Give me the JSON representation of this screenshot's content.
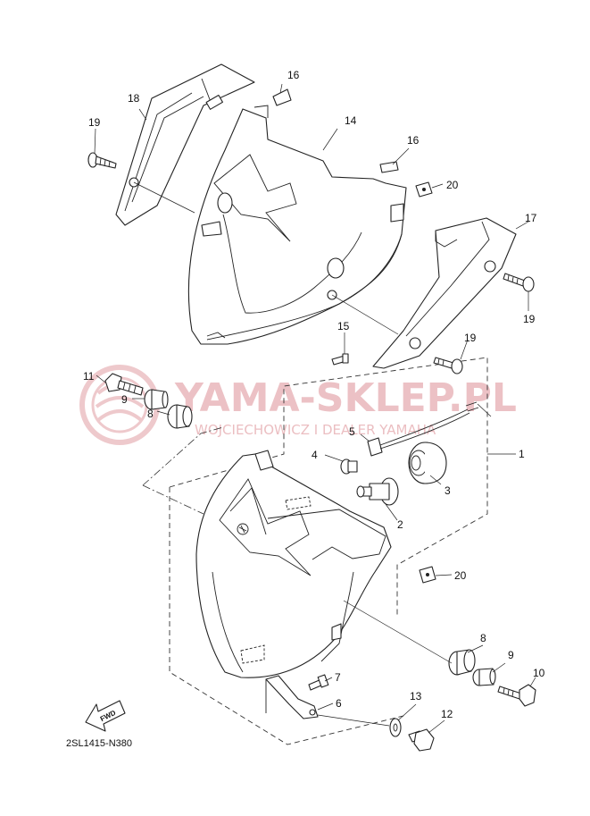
{
  "diagram": {
    "code": "2SL1415-N380",
    "fwd_label": "FWD",
    "watermark": {
      "title": "YAMA-SKLEP.PL",
      "subtitle": "WOJCIECHOWICZ I DEALER YAMAHA"
    },
    "callouts": {
      "c1": "1",
      "c2": "2",
      "c3": "3",
      "c4": "4",
      "c5": "5",
      "c6": "6",
      "c7": "7",
      "c8a": "8",
      "c8b": "8",
      "c9a": "9",
      "c9b": "9",
      "c10": "10",
      "c11": "11",
      "c12": "12",
      "c13": "13",
      "c14": "14",
      "c15": "15",
      "c16a": "16",
      "c16b": "16",
      "c17": "17",
      "c18": "18",
      "c19a": "19",
      "c19b": "19",
      "c19c": "19",
      "c20a": "20",
      "c20b": "20"
    }
  }
}
